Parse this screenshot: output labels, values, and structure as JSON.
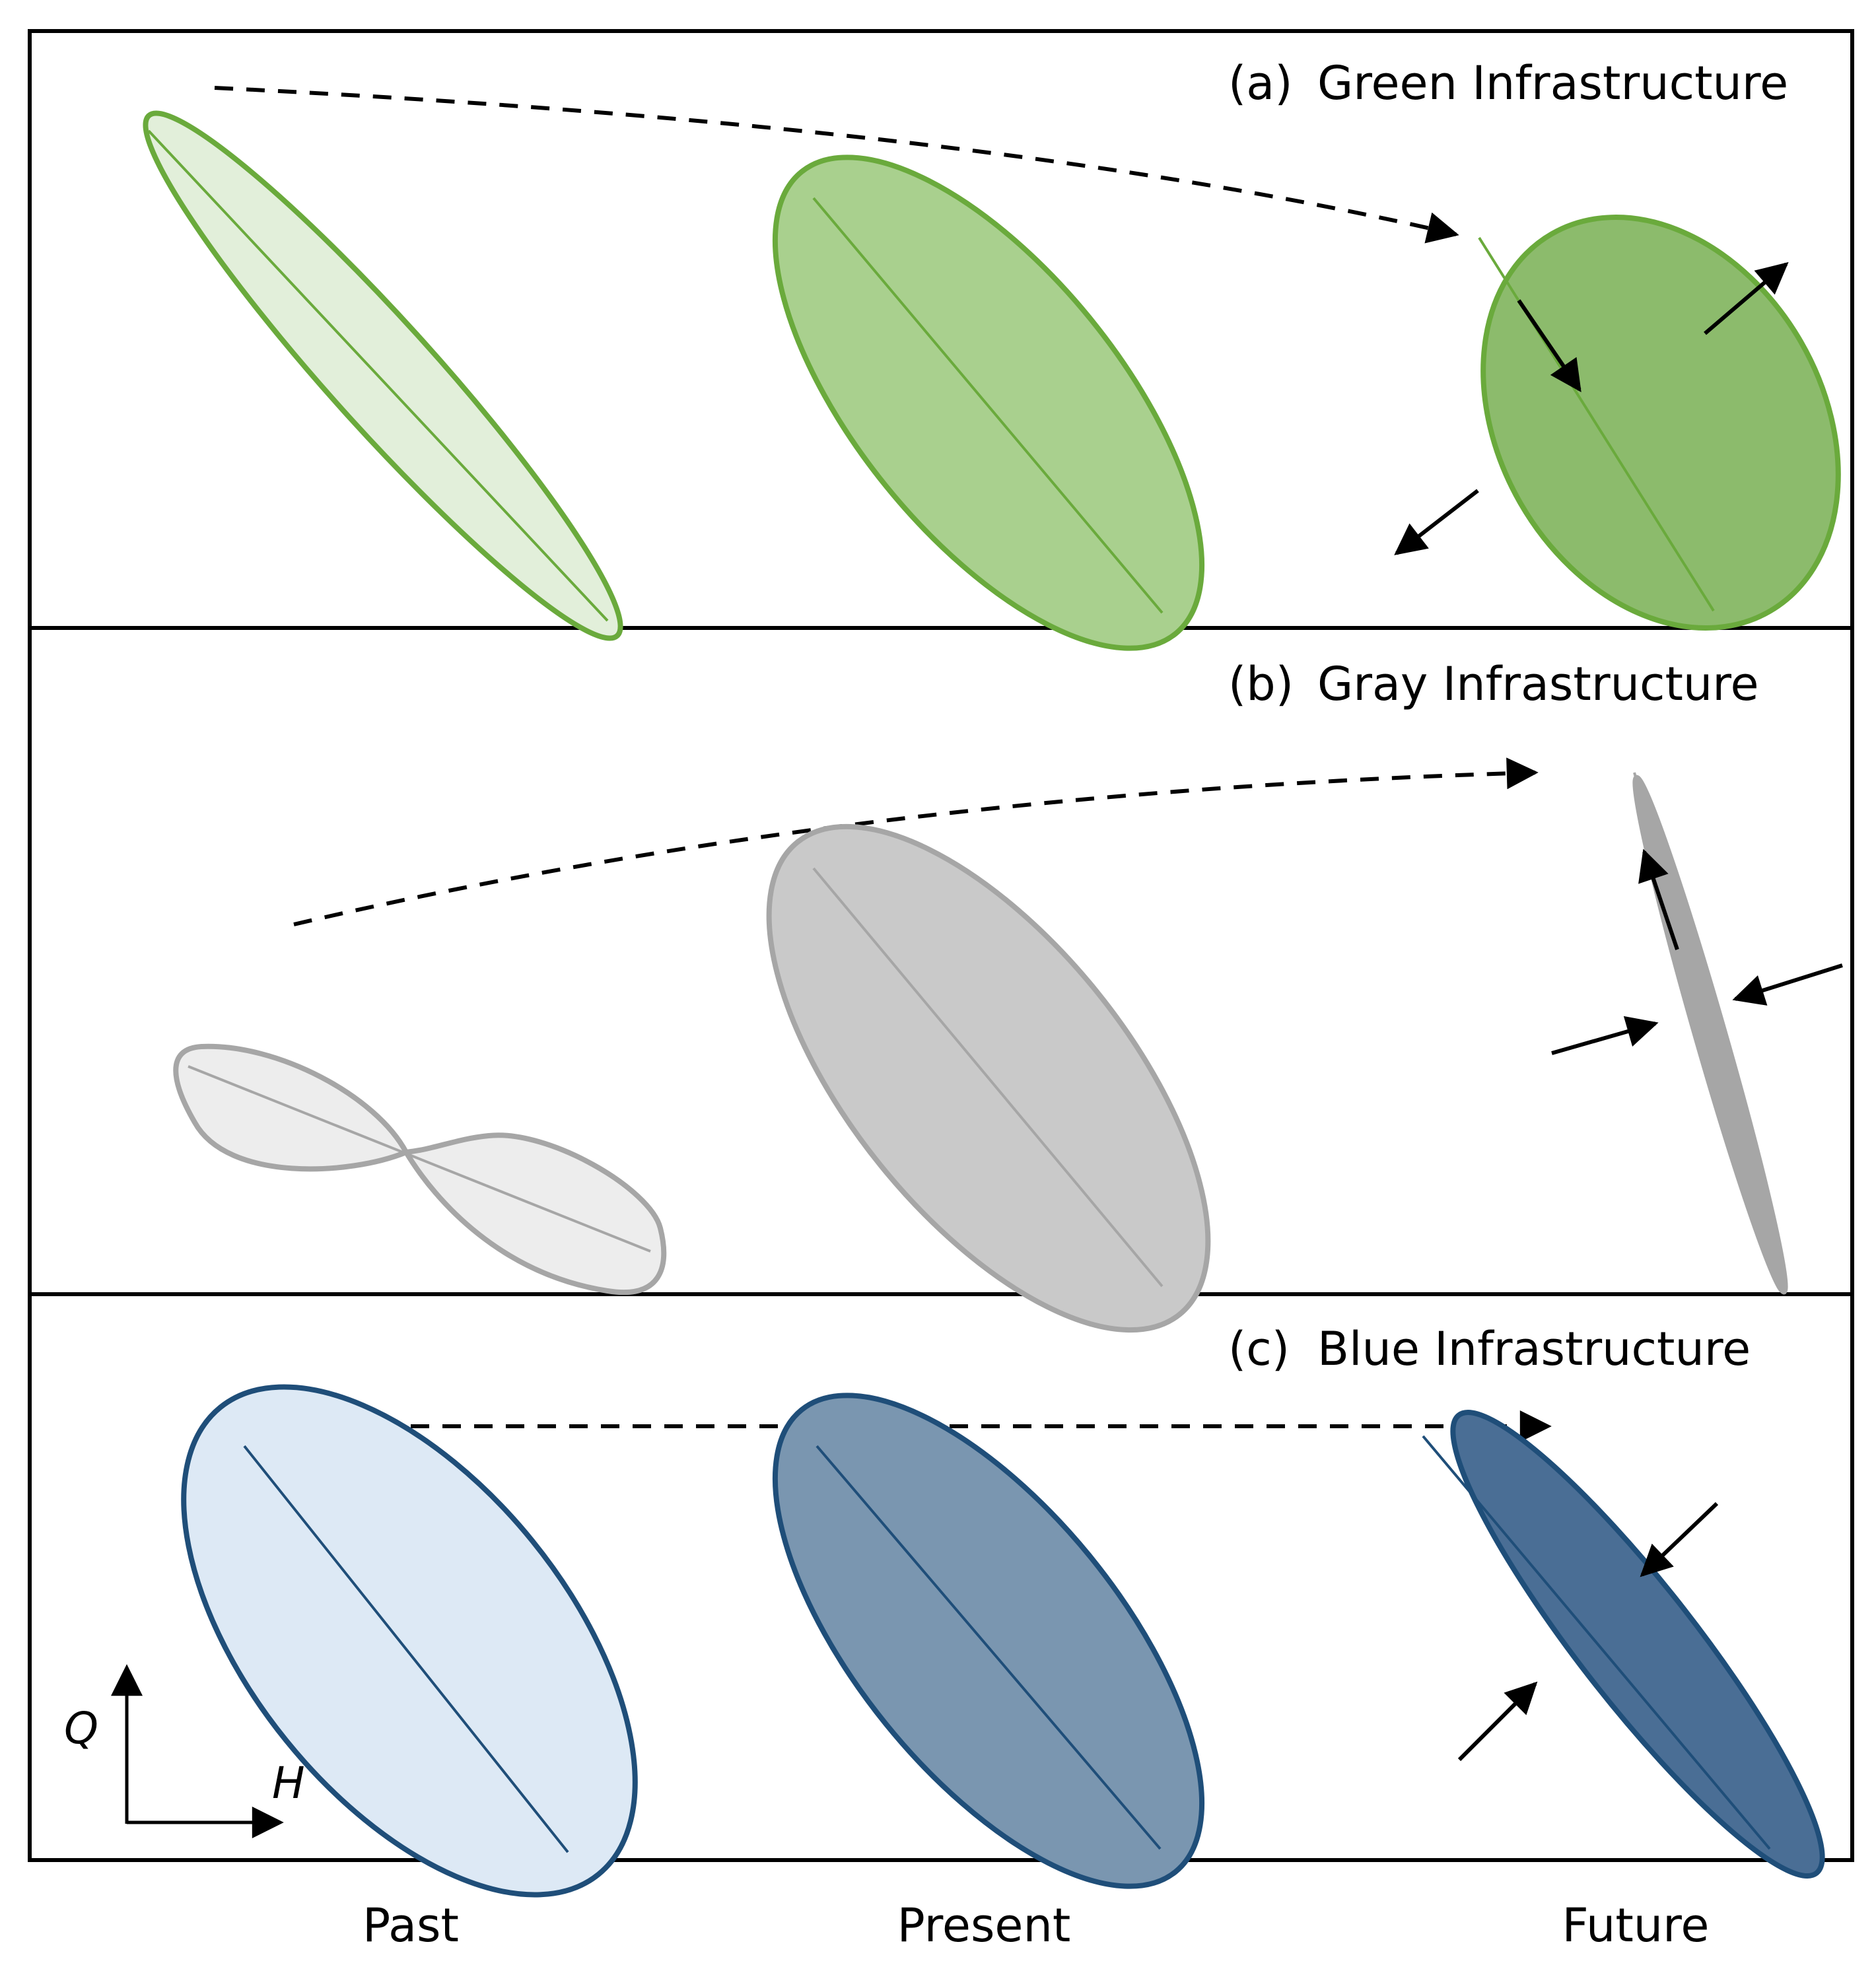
{
  "panels": [
    {
      "id": "a",
      "letter": "(a)",
      "title": "Green Infrastructure",
      "colors": {
        "stroke": "#6aaa3c",
        "past": "#e2efda",
        "present": "#a9d08e",
        "future": "#8cbb6c",
        "axis": "#6aaa3c"
      }
    },
    {
      "id": "b",
      "letter": "(b)",
      "title": "Gray Infrastructure",
      "colors": {
        "stroke": "#a6a6a6",
        "past": "#ededed",
        "present": "#c9c9c9",
        "future": "#a6a6a6",
        "axis": "#a6a6a6"
      }
    },
    {
      "id": "c",
      "letter": "(c)",
      "title": "Blue Infrastructure",
      "colors": {
        "stroke": "#1f4e79",
        "past": "#dde9f5",
        "present": "#7a96b0",
        "future": "#4a6e95",
        "axis": "#1f4e79"
      }
    }
  ],
  "time_labels": {
    "past": "Past",
    "present": "Present",
    "future": "Future"
  },
  "axes": {
    "y": "Q",
    "x": "H"
  }
}
